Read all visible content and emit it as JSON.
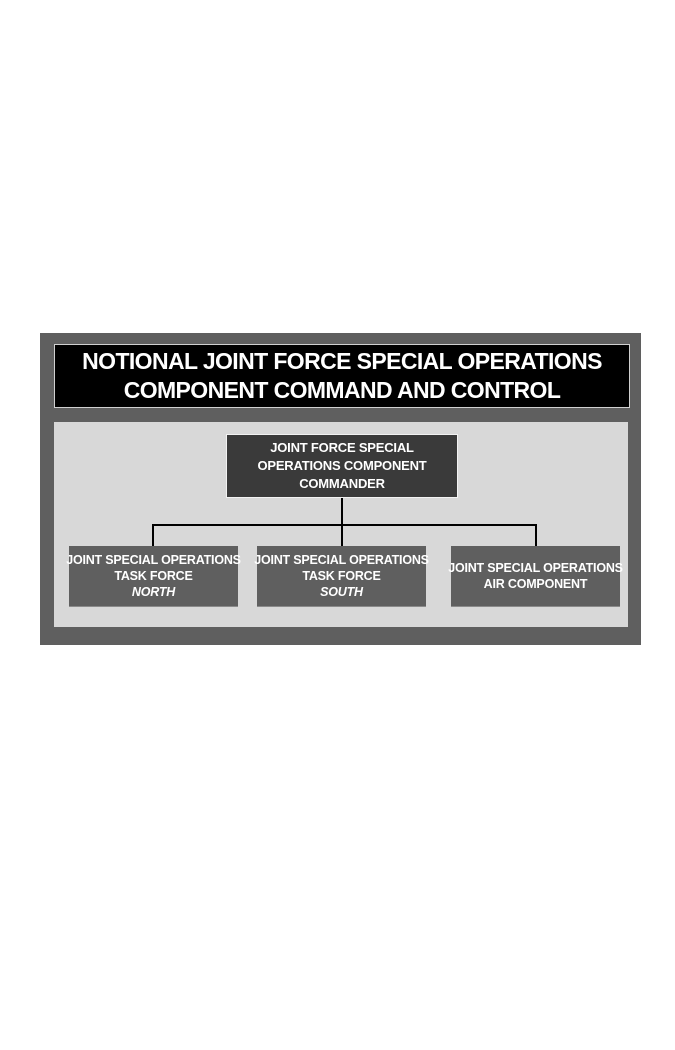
{
  "title": {
    "line1": "NOTIONAL JOINT FORCE SPECIAL OPERATIONS",
    "line2": "COMPONENT COMMAND AND CONTROL"
  },
  "commander": {
    "lines": [
      "JOINT FORCE SPECIAL",
      "OPERATIONS COMPONENT",
      "COMMANDER"
    ]
  },
  "subordinates": [
    {
      "line1": "JOINT SPECIAL OPERATIONS",
      "line2": "TASK FORCE",
      "line3": "NORTH"
    },
    {
      "line1": "JOINT SPECIAL OPERATIONS",
      "line2": "TASK FORCE",
      "line3": "SOUTH"
    },
    {
      "line1": "JOINT SPECIAL OPERATIONS",
      "line2": "AIR COMPONENT"
    }
  ],
  "colors": {
    "frame": "#5f5f5f",
    "title_background": "#000000",
    "panel": "#d8d8d8",
    "commander_box": "#3a3a3a",
    "subordinate_box": "#5f5f5f",
    "text": "#ffffff",
    "connector": "#000000"
  }
}
